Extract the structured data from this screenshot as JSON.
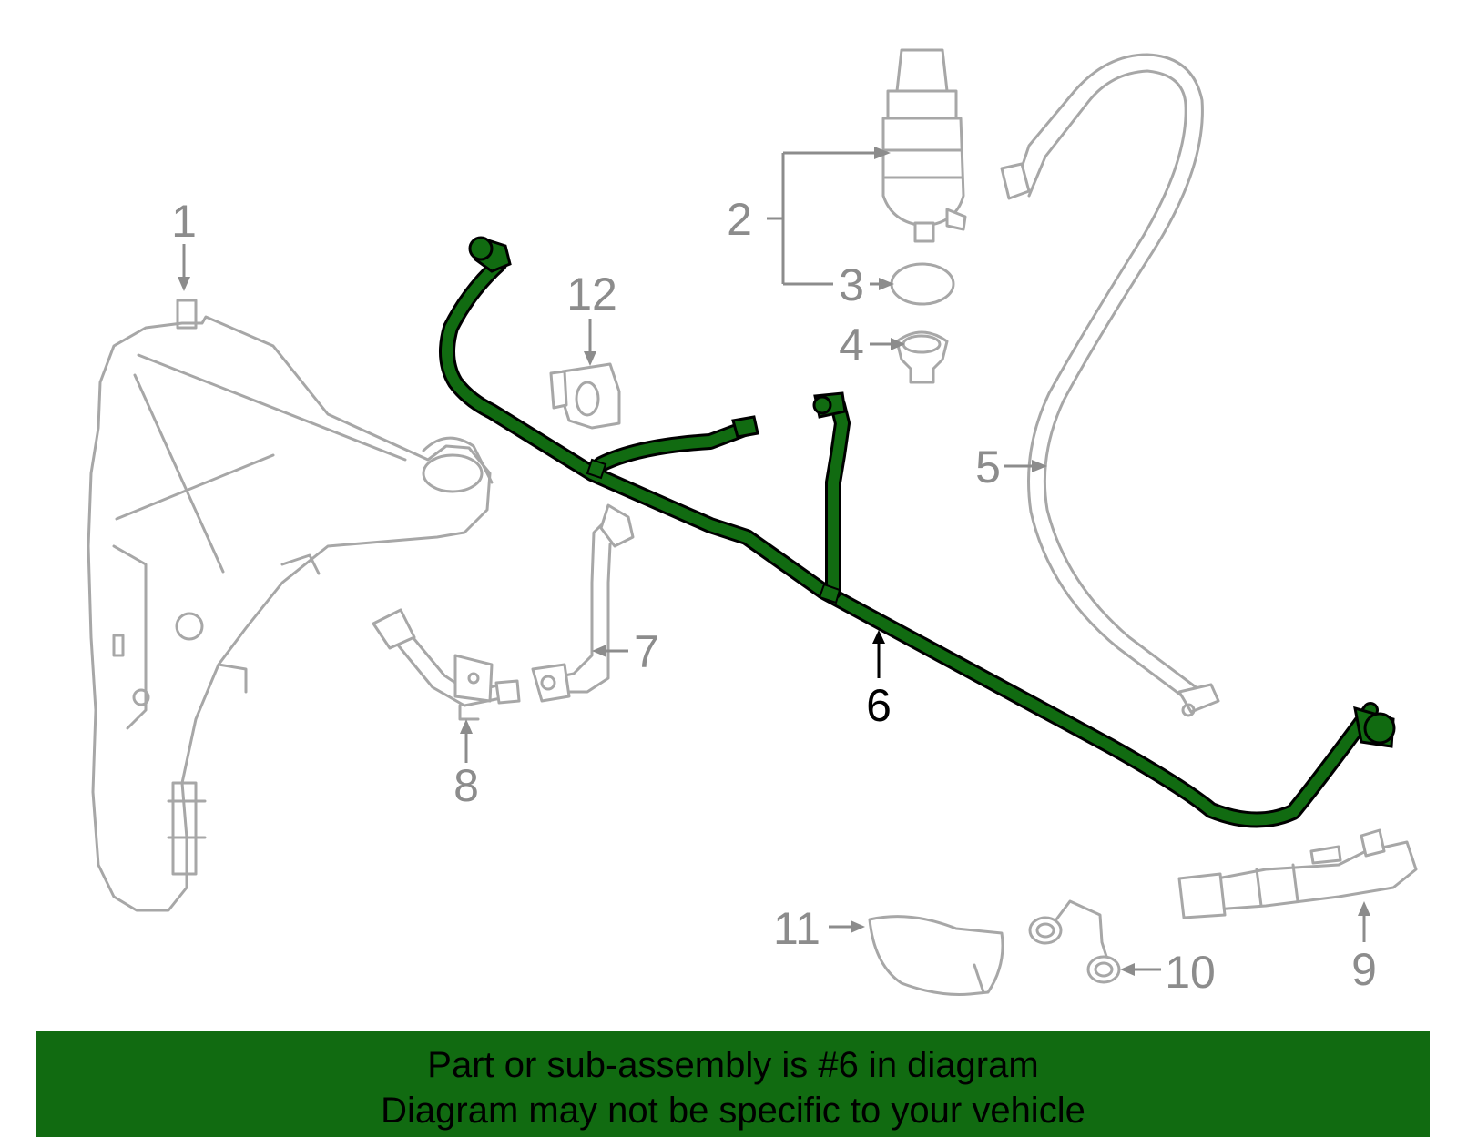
{
  "diagram": {
    "highlight_color": "#116b11",
    "part_color": "#a7a7a7",
    "callouts": [
      {
        "id": "1",
        "label": "1"
      },
      {
        "id": "2",
        "label": "2"
      },
      {
        "id": "3",
        "label": "3"
      },
      {
        "id": "4",
        "label": "4"
      },
      {
        "id": "5",
        "label": "5"
      },
      {
        "id": "6",
        "label": "6",
        "highlighted": true
      },
      {
        "id": "7",
        "label": "7"
      },
      {
        "id": "8",
        "label": "8"
      },
      {
        "id": "9",
        "label": "9"
      },
      {
        "id": "10",
        "label": "10"
      },
      {
        "id": "11",
        "label": "11"
      },
      {
        "id": "12",
        "label": "12"
      }
    ]
  },
  "banner": {
    "line1": "Part or sub-assembly is #6 in diagram",
    "line2": "Diagram may not be specific to your vehicle"
  }
}
